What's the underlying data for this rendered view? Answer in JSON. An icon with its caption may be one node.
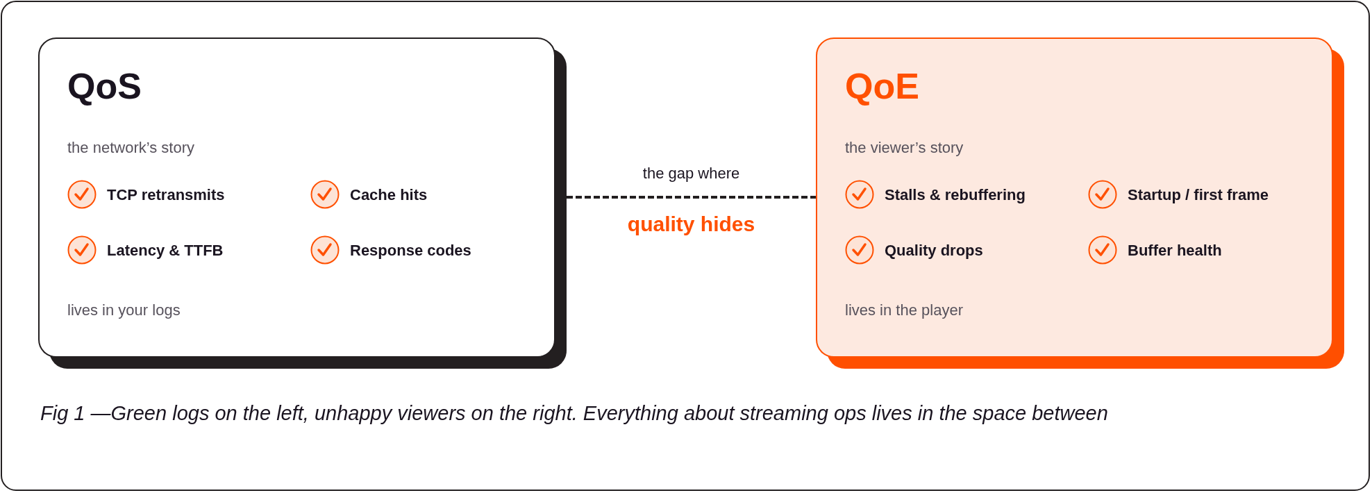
{
  "diagram": {
    "caption": "Fig 1 —Green logs on the left, unhappy viewers on the right. Everything about streaming ops lives in the space between",
    "nodes": [
      {
        "text": [
          "QoS",
          "the network’s story",
          "TCP retransmits",
          "Cache hits",
          "Latency & TTFB",
          "Response codes",
          "lives in your logs"
        ]
      },
      {
        "text": [
          "QoE",
          "the viewer’s story",
          "Stalls & rebuffering",
          "Startup / first frame",
          "Quality drops",
          "Buffer health",
          "lives in the player"
        ]
      }
    ],
    "edges": [
      {
        "from": 0,
        "to": 1,
        "arrow": "none",
        "style": "dashed"
      }
    ],
    "labels": [
      "the gap where",
      "quality hides"
    ]
  }
}
